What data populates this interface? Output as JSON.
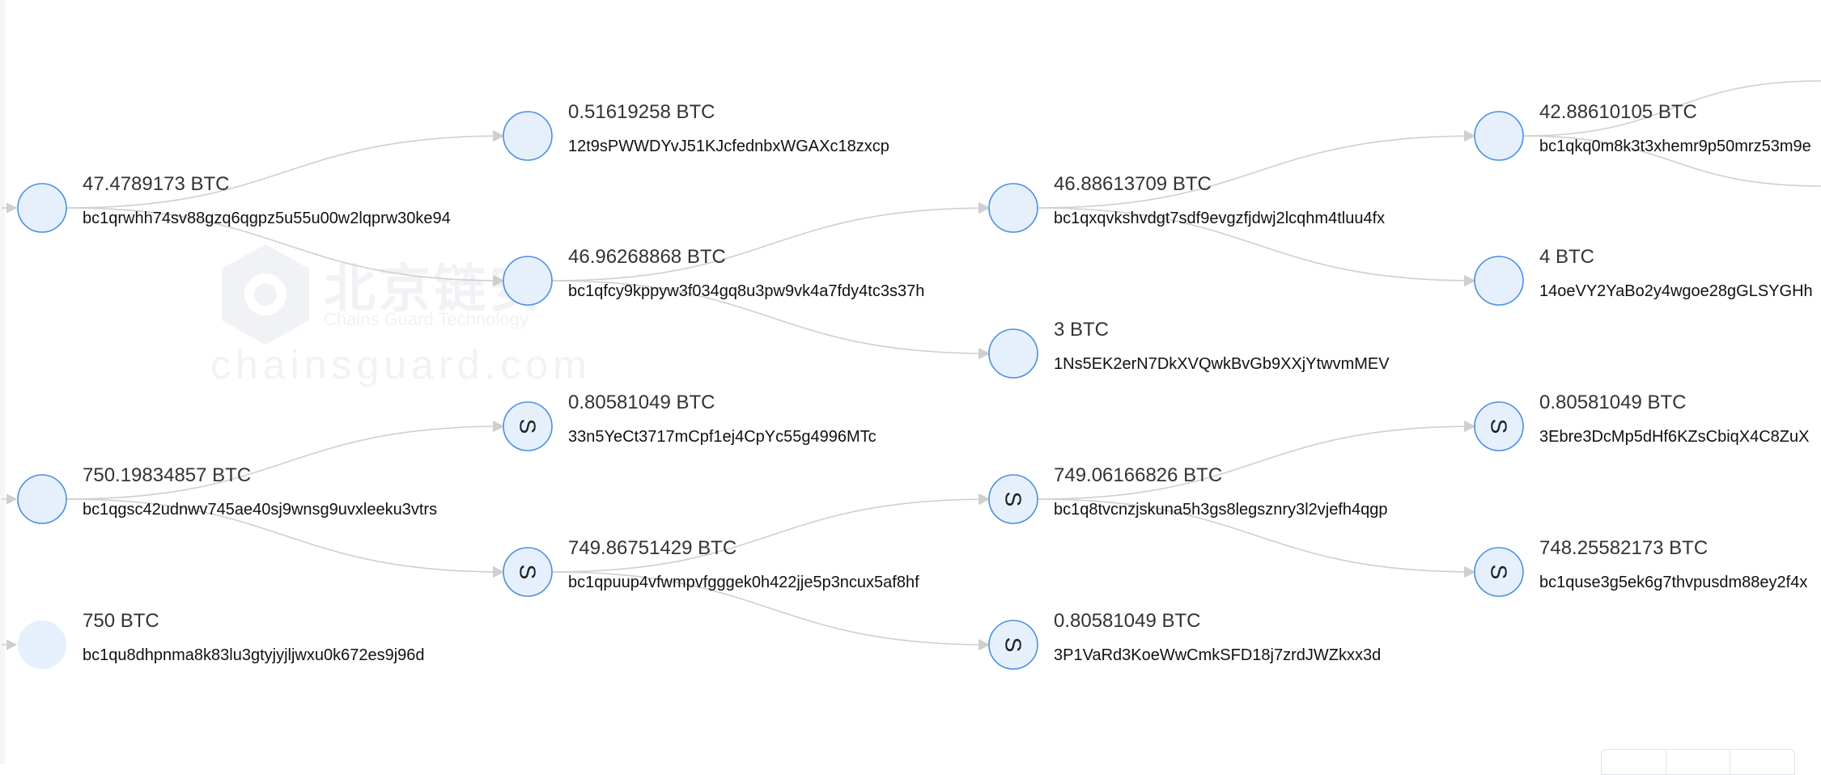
{
  "watermark": {
    "cn": "北京链安",
    "en": "Chains Guard Technology",
    "domain": "chainsguard.com"
  },
  "colors": {
    "node_fill": "#e6f0fc",
    "node_stroke": "#4a90e2",
    "edge": "#cfcfcf"
  },
  "nodes": [
    {
      "id": "n1",
      "amount": "47.4789173 BTC",
      "address": "bc1qrwhh74sv88gzq6qgpz5u55u00w2lqprw30ke94",
      "icon": "circle"
    },
    {
      "id": "n2",
      "amount": "0.51619258 BTC",
      "address": "12t9sPWWDYvJ51KJcfednbxWGAXc18zxcp",
      "icon": "circle"
    },
    {
      "id": "n3",
      "amount": "46.96268868 BTC",
      "address": "bc1qfcy9kppyw3f034gq8u3pw9vk4a7fdy4tc3s37h",
      "icon": "circle"
    },
    {
      "id": "n4",
      "amount": "46.88613709 BTC",
      "address": "bc1qxqvkshvdgt7sdf9evgzfjdwj2lcqhm4tluu4fx",
      "icon": "circle"
    },
    {
      "id": "n5",
      "amount": "3 BTC",
      "address": "1Ns5EK2erN7DkXVQwkBvGb9XXjYtwvmMEV",
      "icon": "circle"
    },
    {
      "id": "n6",
      "amount": "42.88610105 BTC",
      "address": "bc1qkq0m8k3t3xhemr9p50mrz53m9e",
      "icon": "circle"
    },
    {
      "id": "n7",
      "amount": "4 BTC",
      "address": "14oeVY2YaBo2y4wgoe28gGLSYGHh",
      "icon": "circle"
    },
    {
      "id": "n8",
      "amount": "750.19834857 BTC",
      "address": "bc1qgsc42udnwv745ae40sj9wnsg9uvxleeku3vtrs",
      "icon": "circle"
    },
    {
      "id": "n9",
      "amount": "0.80581049 BTC",
      "address": "33n5YeCt3717mCpf1ej4CpYc55g4996MTc",
      "icon": "S"
    },
    {
      "id": "n10",
      "amount": "749.86751429 BTC",
      "address": "bc1qpuup4vfwmpvfgggek0h422jje5p3ncux5af8hf",
      "icon": "S"
    },
    {
      "id": "n11",
      "amount": "749.06166826 BTC",
      "address": "bc1q8tvcnzjskuna5h3gs8legsznry3l2vjefh4qgp",
      "icon": "S"
    },
    {
      "id": "n12",
      "amount": "0.80581049 BTC",
      "address": "3P1VaRd3KoeWwCmkSFD18j7zrdJWZkxx3d",
      "icon": "S"
    },
    {
      "id": "n13",
      "amount": "0.80581049 BTC",
      "address": "3Ebre3DcMp5dHf6KZsCbiqX4C8ZuX",
      "icon": "S"
    },
    {
      "id": "n14",
      "amount": "748.25582173 BTC",
      "address": "bc1quse3g5ek6g7thvpusdm88ey2f4x",
      "icon": "S"
    },
    {
      "id": "n15",
      "amount": "750 BTC",
      "address": "bc1qu8dhpnma8k83lu3gtyjyjljwxu0k672es9j96d",
      "icon": "plain"
    }
  ],
  "edges": [
    [
      "n1",
      "n2"
    ],
    [
      "n1",
      "n3"
    ],
    [
      "n3",
      "n4"
    ],
    [
      "n3",
      "n5"
    ],
    [
      "n4",
      "n6"
    ],
    [
      "n4",
      "n7"
    ],
    [
      "n8",
      "n9"
    ],
    [
      "n8",
      "n10"
    ],
    [
      "n10",
      "n11"
    ],
    [
      "n10",
      "n12"
    ],
    [
      "n11",
      "n13"
    ],
    [
      "n11",
      "n14"
    ]
  ]
}
